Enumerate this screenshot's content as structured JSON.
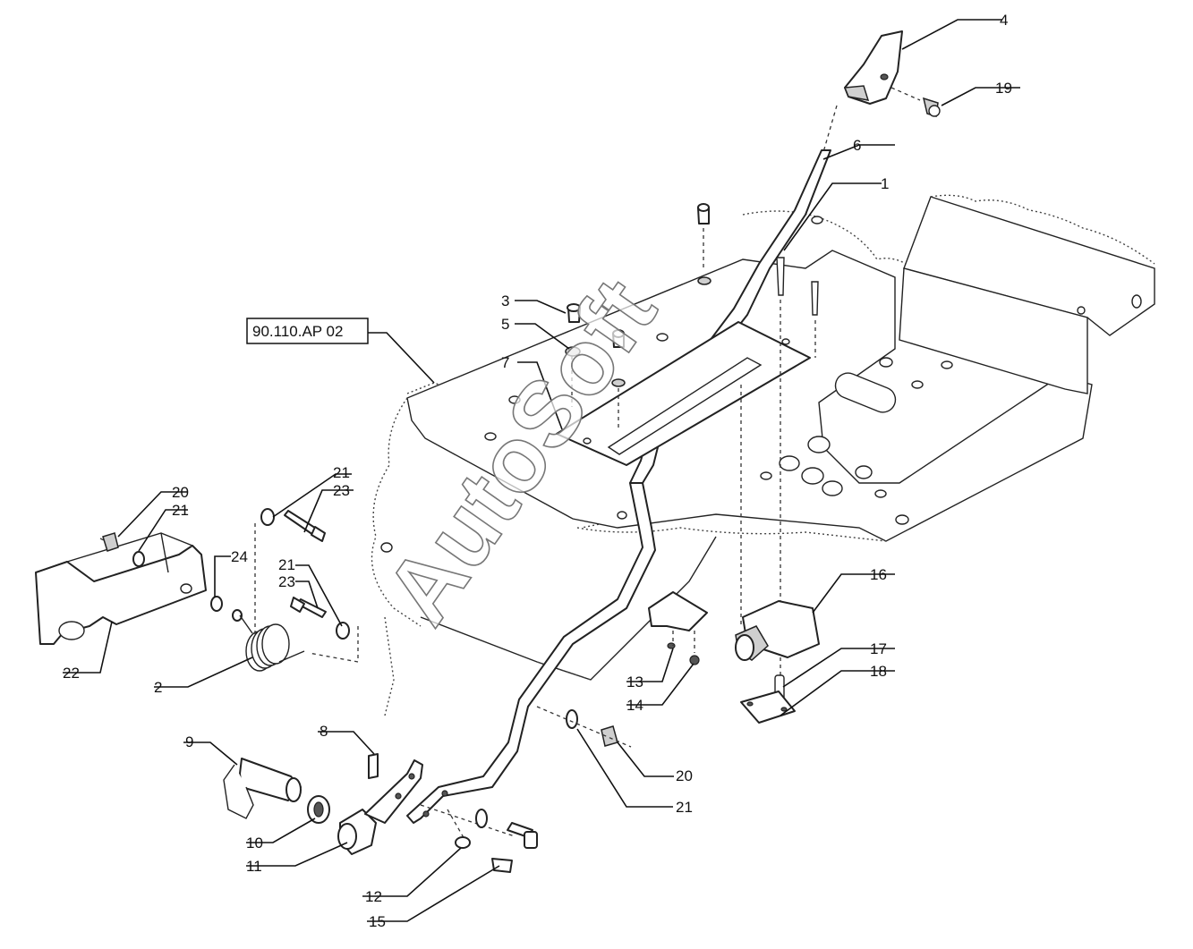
{
  "diagram": {
    "reference_label": "90.110.AP 02",
    "watermark": "AutoSoft",
    "callouts": [
      {
        "id": "c4",
        "text": "4"
      },
      {
        "id": "c19",
        "text": "19"
      },
      {
        "id": "c6",
        "text": "6"
      },
      {
        "id": "c1",
        "text": "1"
      },
      {
        "id": "c3",
        "text": "3"
      },
      {
        "id": "c5",
        "text": "5"
      },
      {
        "id": "c7",
        "text": "7"
      },
      {
        "id": "c21a",
        "text": "21"
      },
      {
        "id": "c23a",
        "text": "23"
      },
      {
        "id": "c20a",
        "text": "20"
      },
      {
        "id": "c21b",
        "text": "21"
      },
      {
        "id": "c24",
        "text": "24"
      },
      {
        "id": "c21c",
        "text": "21"
      },
      {
        "id": "c23b",
        "text": "23"
      },
      {
        "id": "c22",
        "text": "22"
      },
      {
        "id": "c2",
        "text": "2"
      },
      {
        "id": "c16",
        "text": "16"
      },
      {
        "id": "c13",
        "text": "13"
      },
      {
        "id": "c14",
        "text": "14"
      },
      {
        "id": "c17",
        "text": "17"
      },
      {
        "id": "c18",
        "text": "18"
      },
      {
        "id": "c9",
        "text": "9"
      },
      {
        "id": "c8",
        "text": "8"
      },
      {
        "id": "c20b",
        "text": "20"
      },
      {
        "id": "c21d",
        "text": "21"
      },
      {
        "id": "c10",
        "text": "10"
      },
      {
        "id": "c11",
        "text": "11"
      },
      {
        "id": "c12",
        "text": "12"
      },
      {
        "id": "c15",
        "text": "15"
      }
    ]
  }
}
